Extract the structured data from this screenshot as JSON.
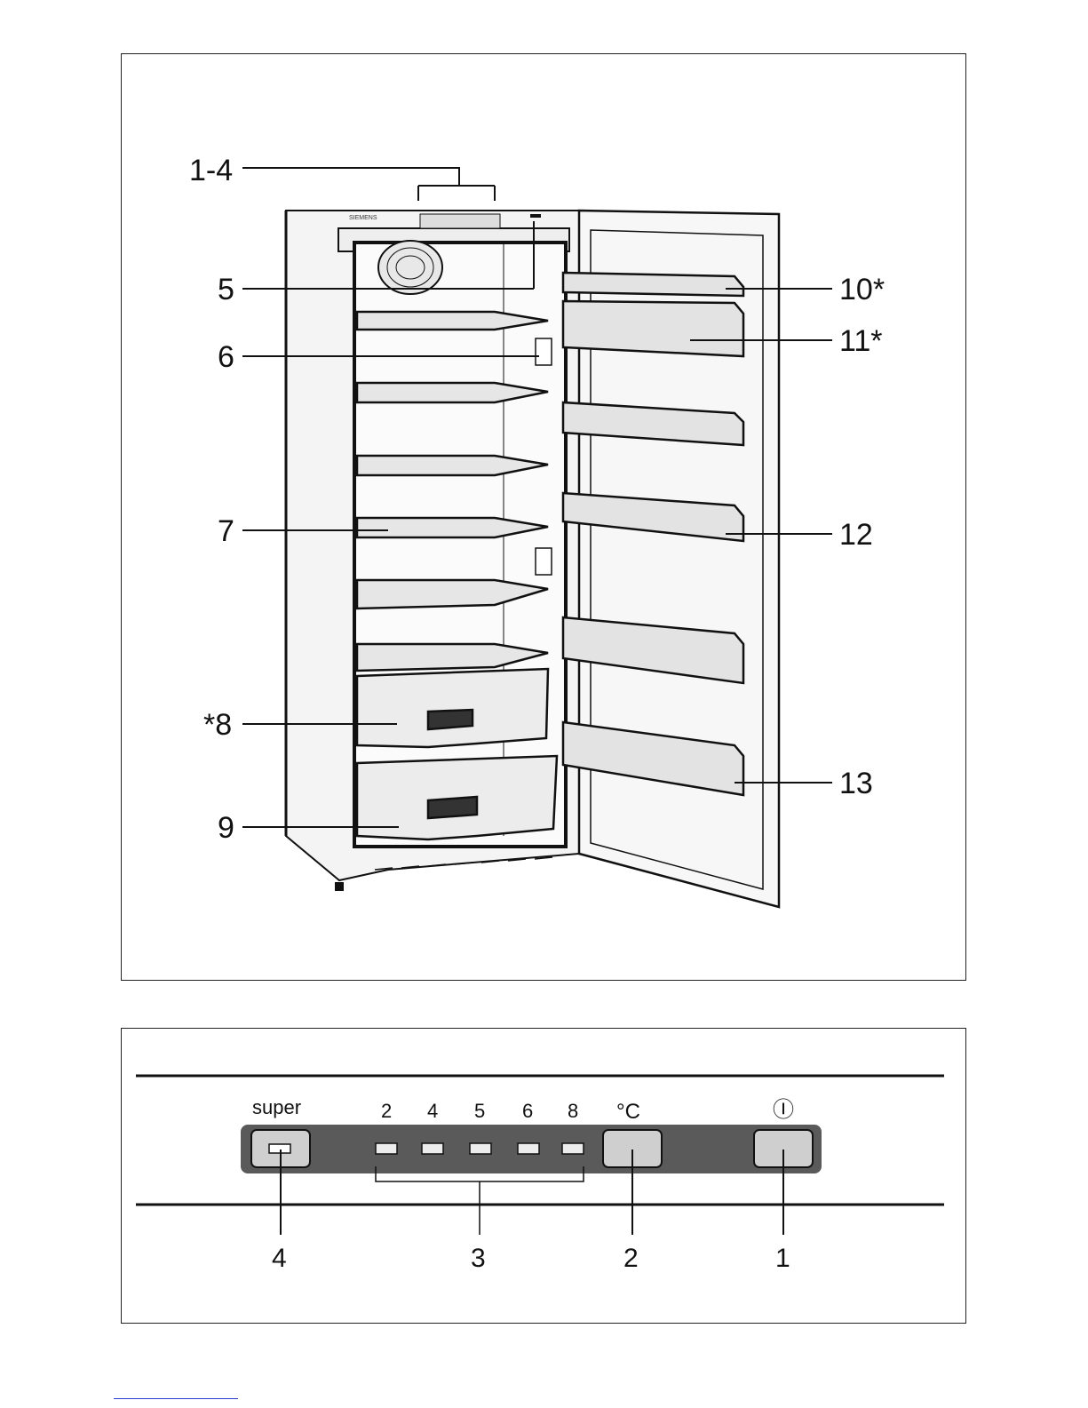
{
  "top_diagram": {
    "callouts": [
      {
        "id": "1-4",
        "text": "1-4"
      },
      {
        "id": "5",
        "text": "5"
      },
      {
        "id": "6",
        "text": "6"
      },
      {
        "id": "7",
        "text": "7"
      },
      {
        "id": "8",
        "text": "*8"
      },
      {
        "id": "9",
        "text": "9"
      },
      {
        "id": "10",
        "text": "10*"
      },
      {
        "id": "11",
        "text": "11*"
      },
      {
        "id": "12",
        "text": "12"
      },
      {
        "id": "13",
        "text": "13"
      }
    ],
    "brand_text": "SIEMENS"
  },
  "control_panel": {
    "super_label": "super",
    "level_labels": [
      "2",
      "4",
      "5",
      "6",
      "8"
    ],
    "temp_symbol": "°C",
    "power_symbol": "Ⓘ",
    "callouts": [
      {
        "id": "4",
        "text": "4"
      },
      {
        "id": "3",
        "text": "3"
      },
      {
        "id": "2",
        "text": "2"
      },
      {
        "id": "1",
        "text": "1"
      }
    ]
  },
  "colors": {
    "line": "#111111",
    "panel_bar": "#5a5a5a",
    "button": "#cfcfcf",
    "shelf": "#d9d9d9"
  }
}
